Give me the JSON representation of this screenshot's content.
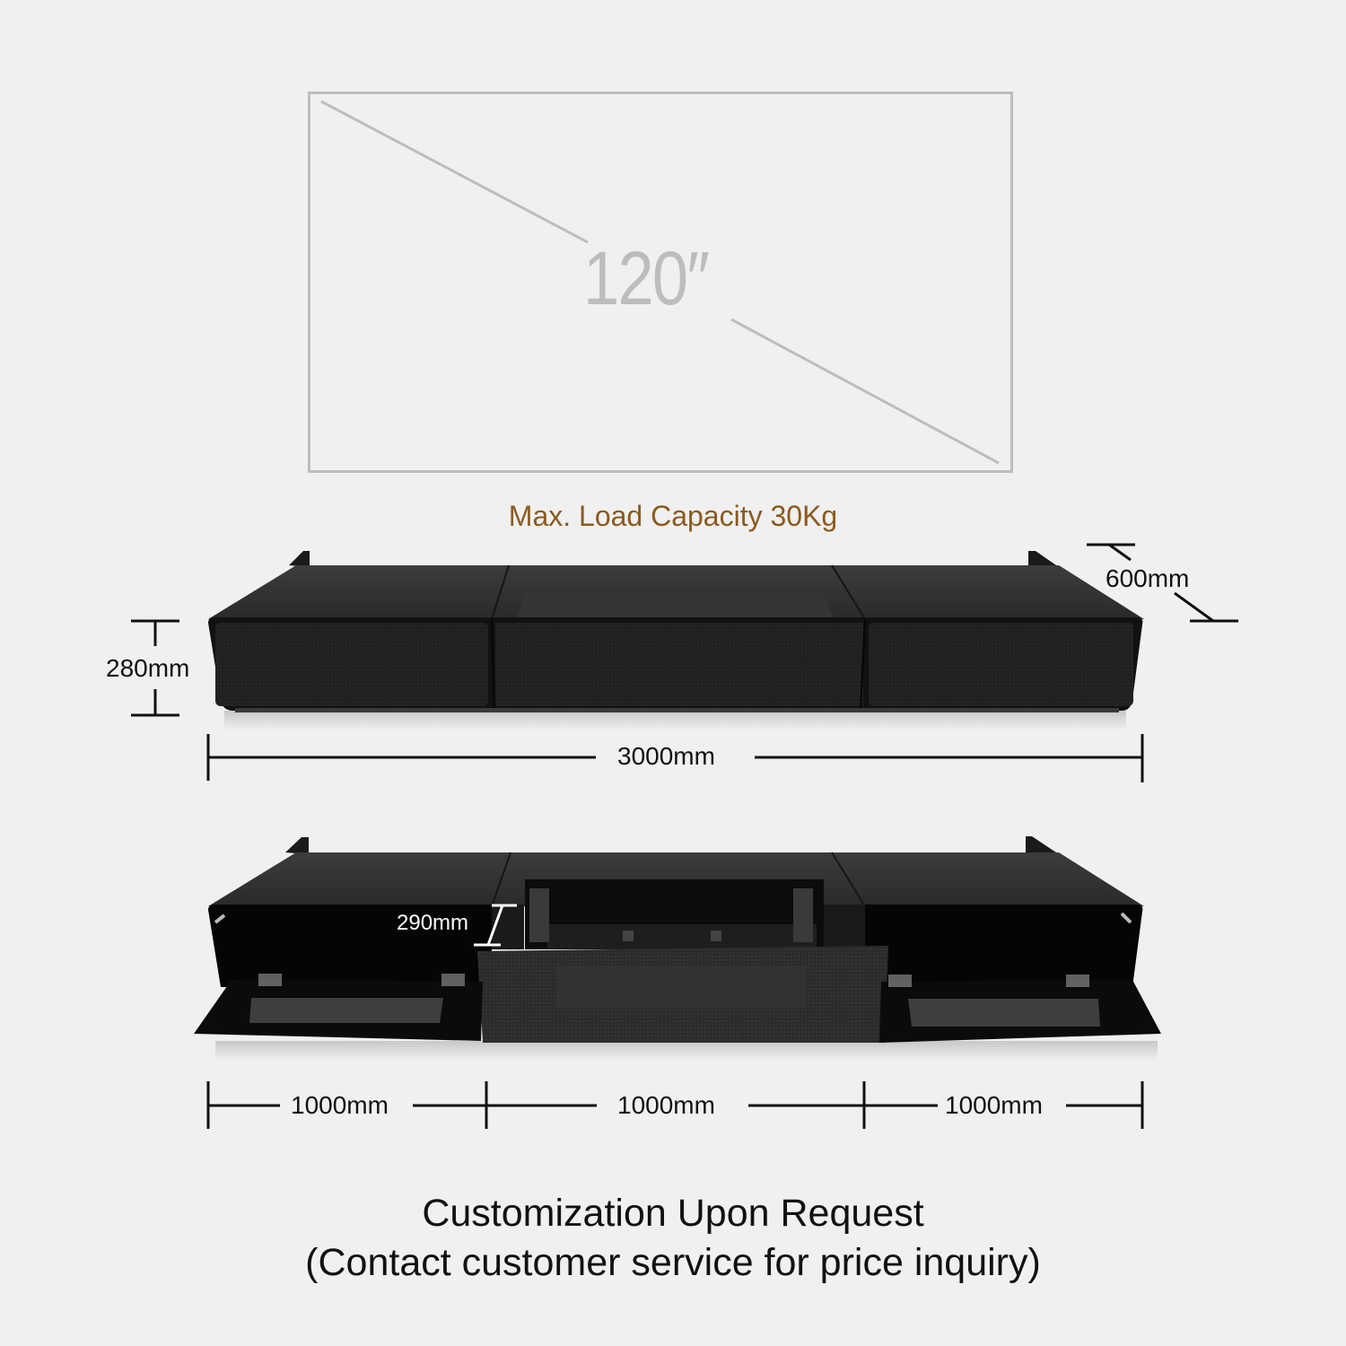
{
  "screen": {
    "size_label": "120″",
    "frame_color": "#bdbdbd"
  },
  "load": {
    "label": "Max. Load Capacity 30Kg",
    "color": "#8b5a1e"
  },
  "closed_view": {
    "height_label": "280mm",
    "depth_label": "600mm",
    "width_label": "3000mm"
  },
  "open_view": {
    "drawer_height_label": "290mm",
    "segments": [
      {
        "label": "1000mm"
      },
      {
        "label": "1000mm"
      },
      {
        "label": "1000mm"
      }
    ]
  },
  "footer": {
    "line1": "Customization Upon Request",
    "line2": "(Contact customer service for price inquiry)"
  }
}
